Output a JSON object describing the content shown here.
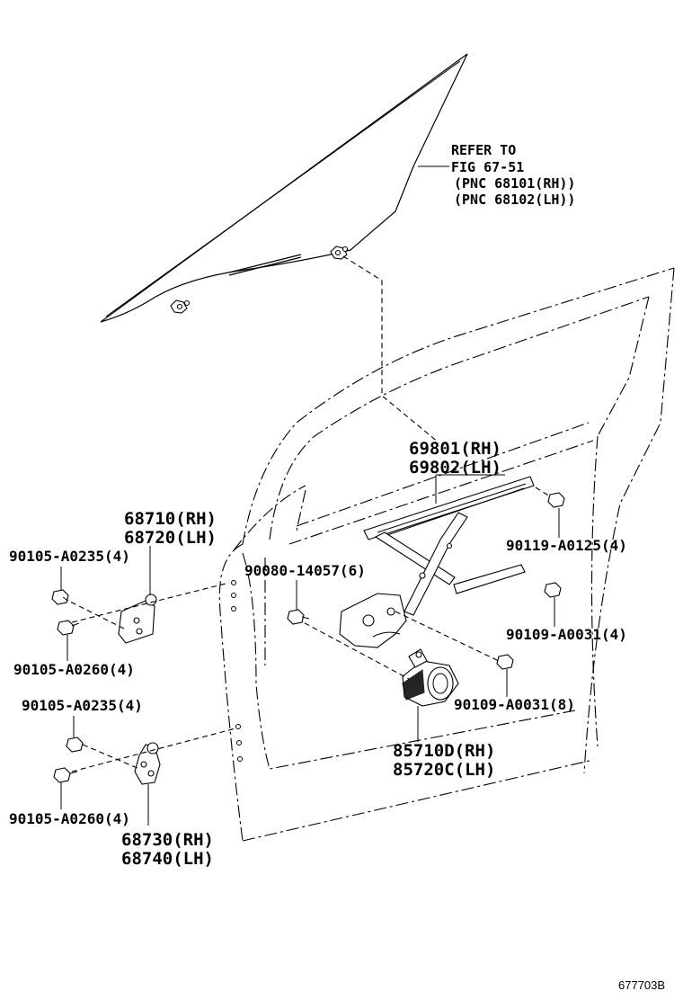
{
  "diagram": {
    "refer": {
      "line1": "REFER TO",
      "line2": "FIG 67-51",
      "line3": "(PNC 68101(RH))",
      "line4": "(PNC 68102(LH))"
    },
    "regulator": {
      "rh": "69801(RH)",
      "lh": "69802(LH)"
    },
    "upper_hinge": {
      "rh": "68710(RH)",
      "lh": "68720(LH)"
    },
    "lower_hinge": {
      "rh": "68730(RH)",
      "lh": "68740(LH)"
    },
    "motor": {
      "rh": "85710D(RH)",
      "lh": "85720C(LH)"
    },
    "bolts": {
      "upper_hinge_top": "90105-A0235(4)",
      "upper_hinge_bottom": "90105-A0260(4)",
      "lower_hinge_top": "90105-A0235(4)",
      "lower_hinge_bottom": "90105-A0260(4)",
      "door_bolt": "90080-14057(6)",
      "glass_bolt": "90119-A0125(4)",
      "regulator_bolt": "90109-A0031(4)",
      "motor_bolt": "90109-A0031(8)"
    },
    "figure_id": "677703B"
  }
}
